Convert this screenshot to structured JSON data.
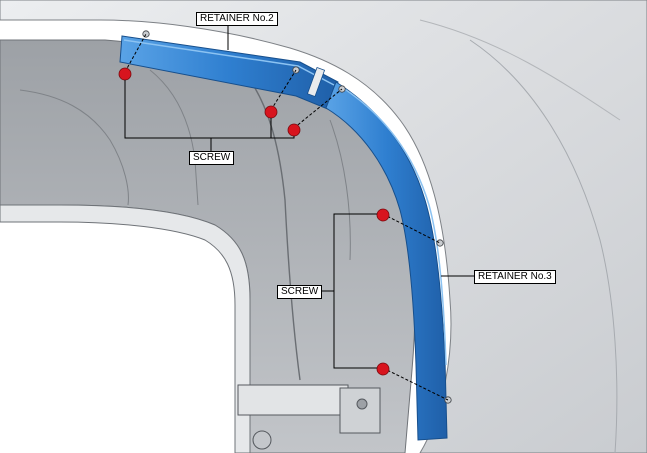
{
  "labels": {
    "retainer_no2": "RETAINER No.2",
    "retainer_no3": "RETAINER No.3",
    "screw_upper": "SCREW",
    "screw_lower": "SCREW"
  },
  "colors": {
    "retainer_blue": "#2f7fd0",
    "retainer_blue_dark": "#1f5fa8",
    "retainer_highlight": "#6fb2ee",
    "screw_red": "#d8141e",
    "panel_gray": "#d8dadd",
    "panel_shadow": "#b6b9bd",
    "line_black": "#000000"
  },
  "icons": {
    "screw_marker": "screw-icon"
  }
}
